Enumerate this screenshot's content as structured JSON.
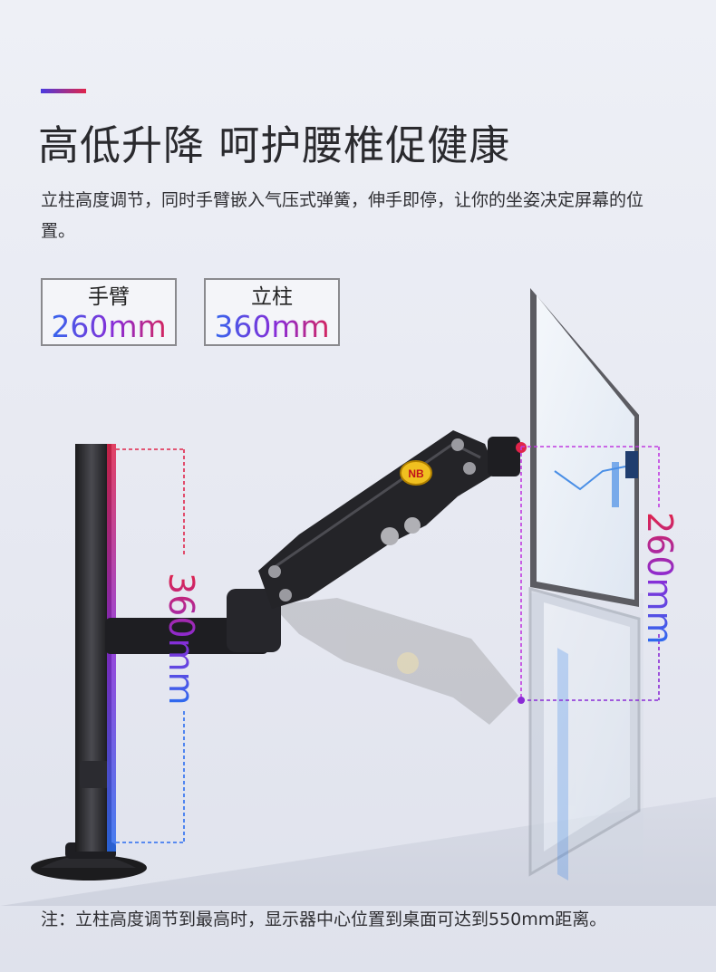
{
  "headline": "高低升降  呵护腰椎促健康",
  "description": "立柱高度调节，同时手臂嵌入气压式弹簧，伸手即停，让你的坐姿决定屏幕的位置。",
  "specs": {
    "arm": {
      "label": "手臂",
      "value": "260mm"
    },
    "pole": {
      "label": "立柱",
      "value": "360mm"
    }
  },
  "dimensions": {
    "pole": "360mm",
    "arm": "260mm"
  },
  "product_logo": "NB",
  "footnote": "注：立柱高度调节到最高时，显示器中心位置到桌面可达到550mm距离。",
  "colors": {
    "accent_blue": "#2a6df0",
    "accent_purple": "#8a2bd6",
    "accent_red": "#e0244a"
  }
}
